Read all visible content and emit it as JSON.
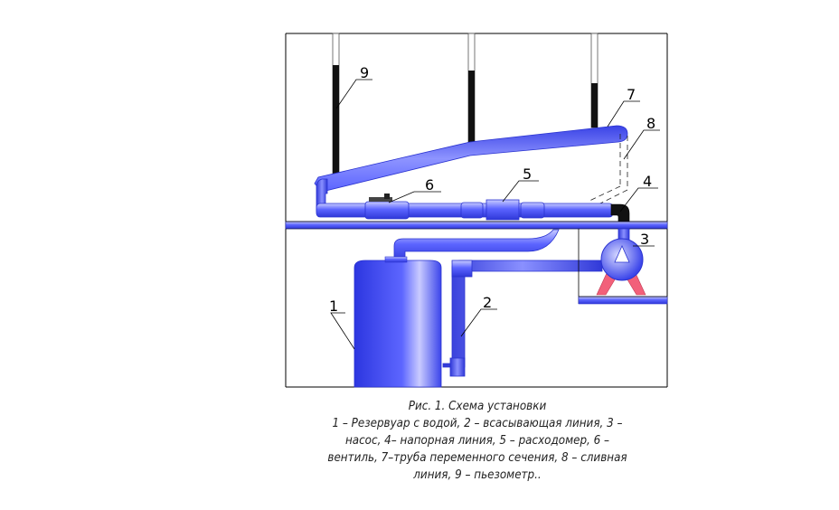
{
  "labels": {
    "reservoir": "1",
    "suction_line": "2",
    "pump": "3",
    "pressure_line": "4",
    "flowmeter": "5",
    "valve": "6",
    "variable_pipe": "7",
    "drain_line": "8",
    "piezometer": "9"
  },
  "caption": {
    "title": "Рис. 1. Схема установки",
    "line1": "1 – Резервуар с водой, 2 – всасывающая линия, 3 –",
    "line2": "насос, 4– напорная линия, 5 – расходомер, 6 –",
    "line3": "вентиль, 7–труба переменного сечения, 8 – сливная",
    "line4": "линия, 9 – пьезометр.."
  },
  "colors": {
    "pipe": "#5a63ff",
    "pipe_light": "#c8cbff",
    "reservoir": "#3f4cf5",
    "pump_legs": "#f2607a",
    "piezometer": "#111111"
  }
}
